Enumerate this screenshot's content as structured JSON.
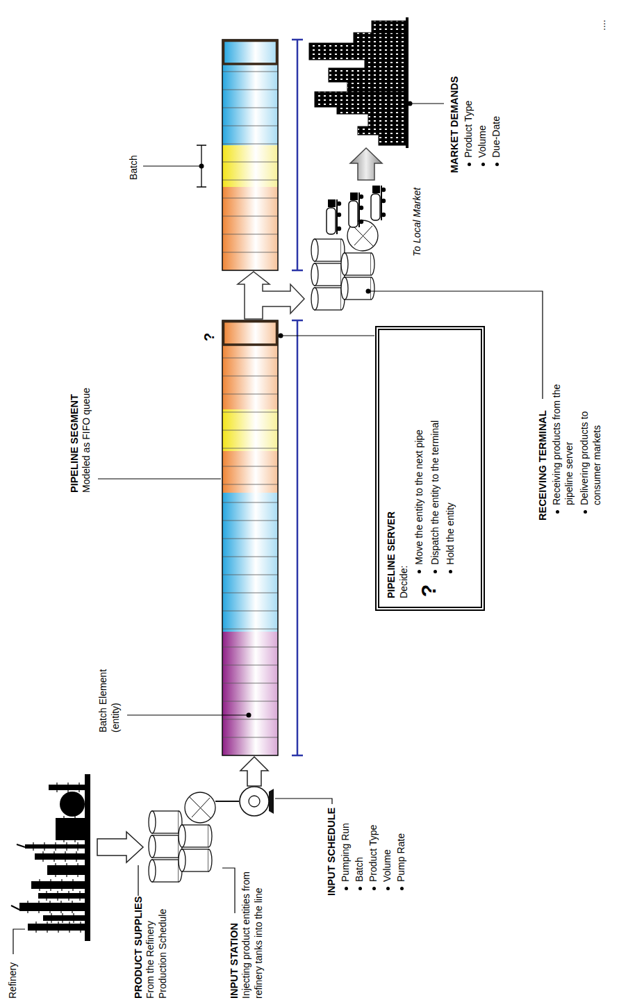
{
  "diagram": {
    "nodes": [
      {
        "text": [
          "PIPELINE SERVER",
          "Decide:",
          "?",
          "Move the entity to the next pipe",
          "Dispatch the entity to the terminal",
          "Hold the entity"
        ]
      }
    ],
    "labels": [
      "Refinery",
      "PRODUCT SUPPLIES",
      "From the Refinery Production Schedule",
      "INPUT STATION",
      "Injecting product entities from refinery tanks into the line",
      "INPUT SCHEDULE",
      "Pumping Run",
      "Batch",
      "Product Type",
      "Volume",
      "Pump Rate",
      "Batch Element (entity)",
      "PIPELINE SEGMENT",
      "Modeled as FIFO queue",
      "?",
      "Batch",
      "RECEIVING TERMINAL",
      "Receiving products from the pipeline server",
      "Delivering products to consumer markets",
      "To Local Market",
      "MARKET DEMANDS",
      "Product Type",
      "Volume",
      "Due-Date",
      "...."
    ]
  }
}
